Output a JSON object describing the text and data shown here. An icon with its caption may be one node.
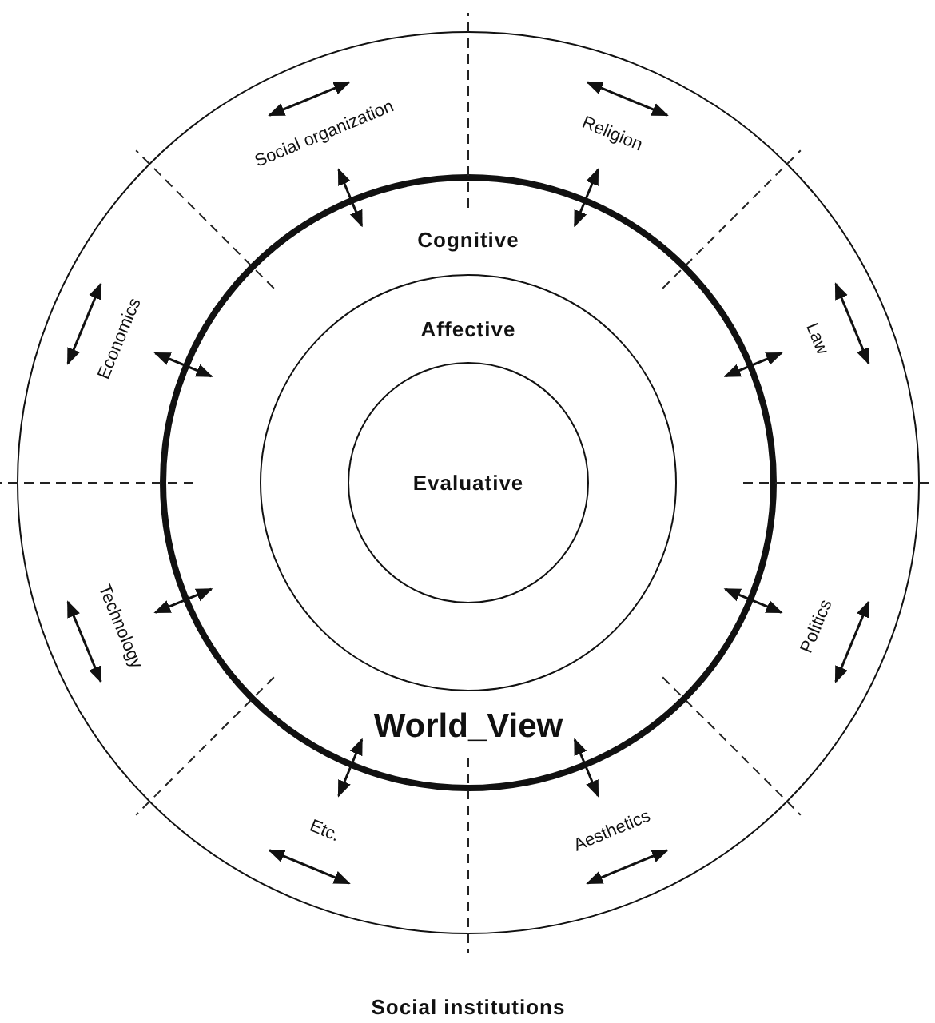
{
  "diagram": {
    "nodes": [
      {
        "text": [
          "Social institutions"
        ]
      },
      {
        "text": [
          "Cognitive",
          "World_View"
        ],
        "in": 0
      },
      {
        "text": [
          "Affective"
        ],
        "in": 1
      },
      {
        "text": [
          "Evaluative"
        ],
        "in": 2
      },
      {
        "text": [
          "Social organization"
        ],
        "in": 0
      },
      {
        "text": [
          "Religion"
        ],
        "in": 0
      },
      {
        "text": [
          "Law"
        ],
        "in": 0
      },
      {
        "text": [
          "Politics"
        ],
        "in": 0
      },
      {
        "text": [
          "Aesthetics"
        ],
        "in": 0
      },
      {
        "text": [
          "Etc."
        ],
        "in": 0
      },
      {
        "text": [
          "Technology"
        ],
        "in": 0
      },
      {
        "text": [
          "Economics"
        ],
        "in": 0
      }
    ],
    "edges": [
      {
        "from": 4,
        "to": 1,
        "arrow": "both"
      },
      {
        "from": 5,
        "to": 1,
        "arrow": "both"
      },
      {
        "from": 6,
        "to": 1,
        "arrow": "both"
      },
      {
        "from": 7,
        "to": 1,
        "arrow": "both"
      },
      {
        "from": 8,
        "to": 1,
        "arrow": "both"
      },
      {
        "from": 9,
        "to": 1,
        "arrow": "both"
      },
      {
        "from": 10,
        "to": 1,
        "arrow": "both"
      },
      {
        "from": 11,
        "to": 1,
        "arrow": "both"
      }
    ]
  }
}
